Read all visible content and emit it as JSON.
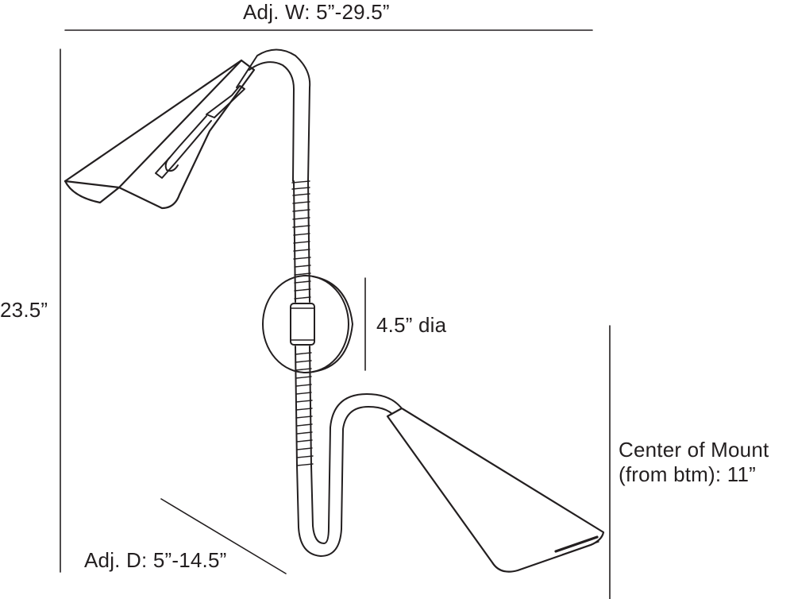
{
  "dimensions": {
    "width": "Adj. W: 5”-29.5”",
    "height": "23.5”",
    "backplate": "4.5” dia",
    "depth": "Adj. D: 5”-14.5”",
    "mount_line1": "Center of Mount",
    "mount_line2": "(from btm): 11”"
  },
  "colors": {
    "line": "#231f20",
    "background": "#ffffff"
  }
}
